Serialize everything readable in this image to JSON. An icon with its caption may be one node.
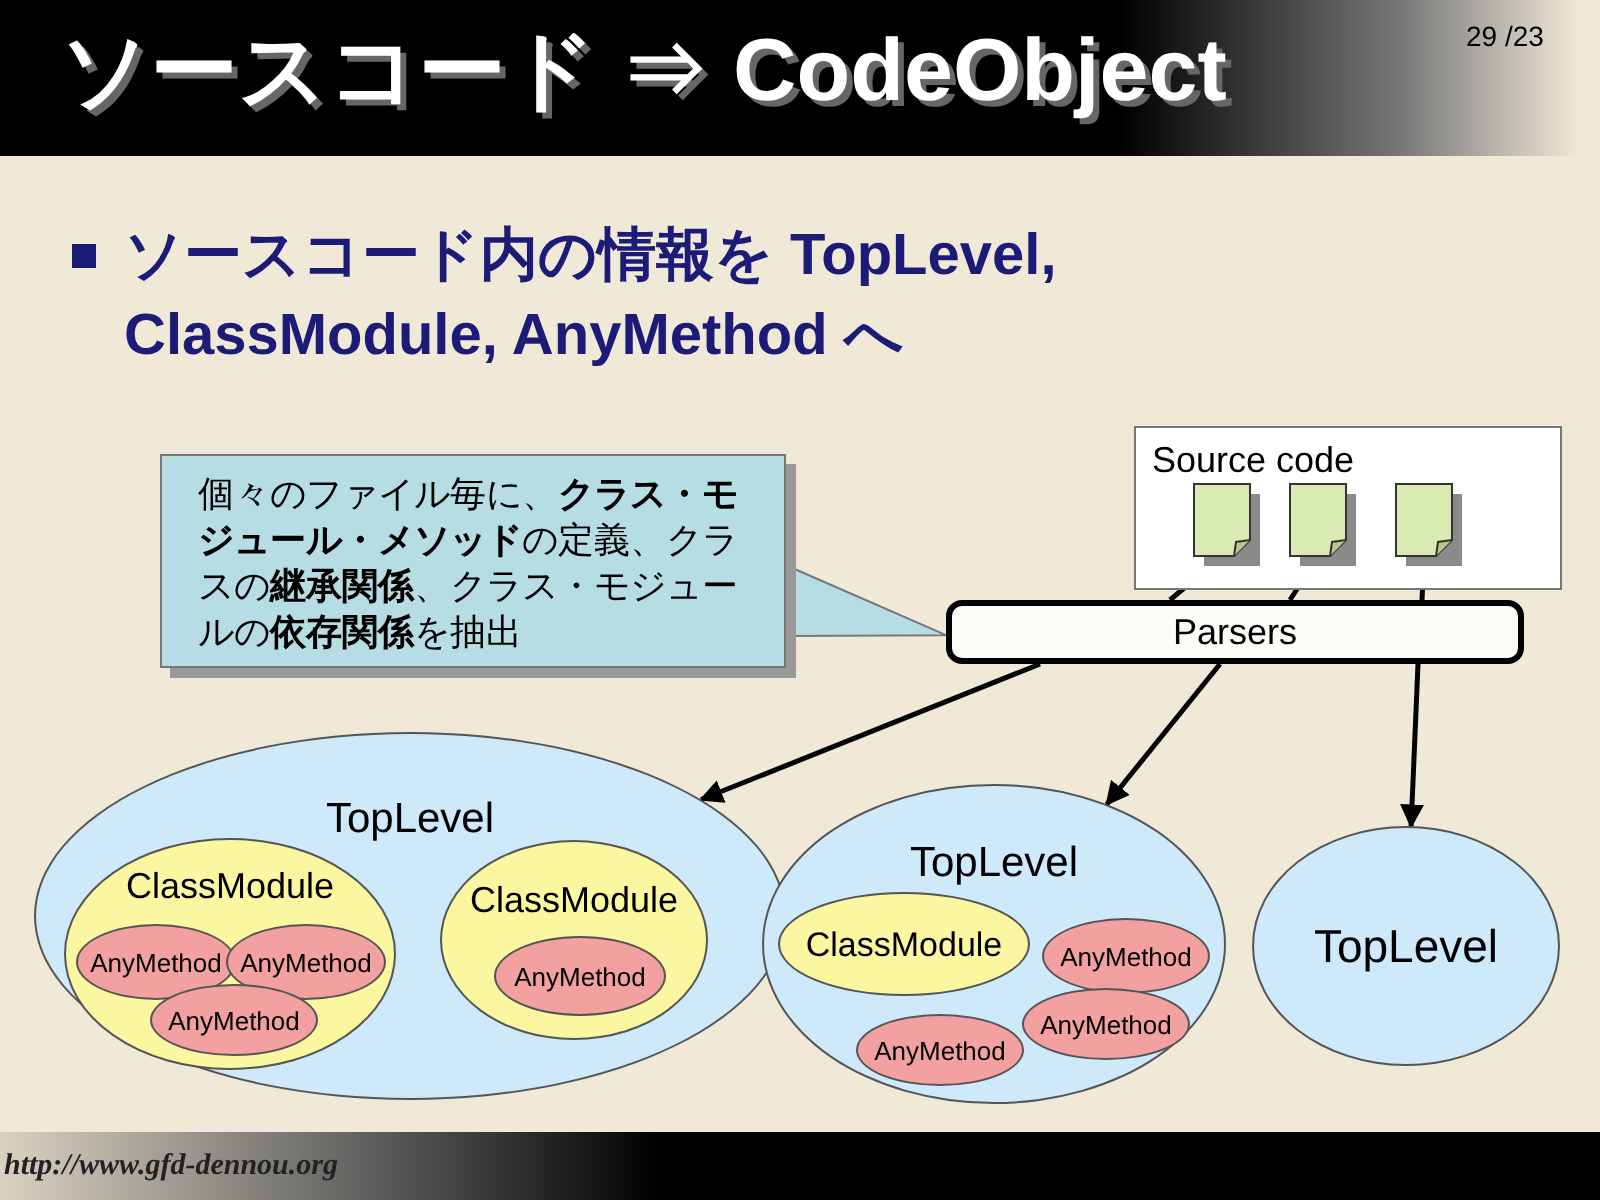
{
  "diagram": {
    "title": "ソースコード ⇒ CodeObject",
    "nodes": [
      {
        "text": [
          "Source code"
        ]
      },
      {
        "text": [],
        "shape": "file",
        "in": 0
      },
      {
        "text": [],
        "shape": "file",
        "in": 0
      },
      {
        "text": [],
        "shape": "file",
        "in": 0
      },
      {
        "text": [
          "Parsers"
        ]
      },
      {
        "text": [
          "個々のファイル毎に、**クラス・モジュール・メソッド**の定義、クラスの**継承関係**、クラス・モジュールの**依存関係**を抽出"
        ]
      },
      {
        "text": [
          "TopLevel"
        ]
      },
      {
        "text": [
          "ClassModule"
        ],
        "in": 6
      },
      {
        "text": [
          "AnyMethod"
        ],
        "in": 7
      },
      {
        "text": [
          "AnyMethod"
        ],
        "in": 7
      },
      {
        "text": [
          "AnyMethod"
        ],
        "in": 7
      },
      {
        "text": [
          "ClassModule"
        ],
        "in": 6
      },
      {
        "text": [
          "AnyMethod"
        ],
        "in": 11
      },
      {
        "text": [
          "TopLevel"
        ]
      },
      {
        "text": [
          "ClassModule"
        ],
        "in": 13
      },
      {
        "text": [
          "AnyMethod"
        ],
        "in": 13
      },
      {
        "text": [
          "AnyMethod"
        ],
        "in": 13
      },
      {
        "text": [
          "AnyMethod"
        ],
        "in": 13
      },
      {
        "text": [
          "TopLevel"
        ]
      }
    ],
    "edges": [
      {
        "from": 1,
        "to": 4,
        "arrow": "none"
      },
      {
        "from": 4,
        "to": 6,
        "arrow": "to"
      },
      {
        "from": 2,
        "to": 4,
        "arrow": "none"
      },
      {
        "from": 4,
        "to": 13,
        "arrow": "to"
      },
      {
        "from": 3,
        "to": 4,
        "arrow": "none"
      },
      {
        "from": 4,
        "to": 18,
        "arrow": "to"
      },
      {
        "from": 5,
        "to": 4,
        "arrow": "none"
      }
    ],
    "labels": [
      "29 /23",
      "ソースコード内の情報を TopLevel, ClassModule, AnyMethod へ",
      "http://www.gfd-dennou.org"
    ]
  }
}
